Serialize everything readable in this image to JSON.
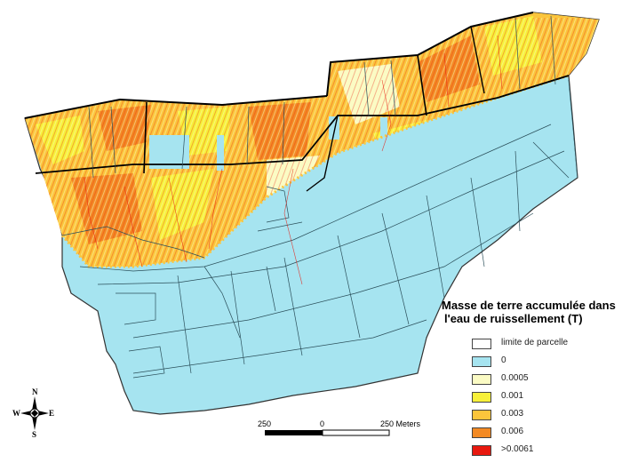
{
  "legend": {
    "title_line1": "Masse de terre accumulée dans",
    "title_line2": "l'eau de ruissellement (T)",
    "items": [
      {
        "label": "limite de parcelle",
        "color": "#ffffff"
      },
      {
        "label": "0",
        "color": "#a6e4f0"
      },
      {
        "label": "0.0005",
        "color": "#fbfbc4"
      },
      {
        "label": "0.001",
        "color": "#f7f03a"
      },
      {
        "label": "0.003",
        "color": "#fbc53c"
      },
      {
        "label": "0.006",
        "color": "#f38a24"
      },
      {
        "label": ">0.0061",
        "color": "#e8190f"
      }
    ]
  },
  "scale_bar": {
    "label_left": "250",
    "label_mid": "0",
    "label_right": "250 Meters"
  },
  "compass": {
    "n": "N",
    "s": "S",
    "e": "E",
    "w": "W"
  }
}
